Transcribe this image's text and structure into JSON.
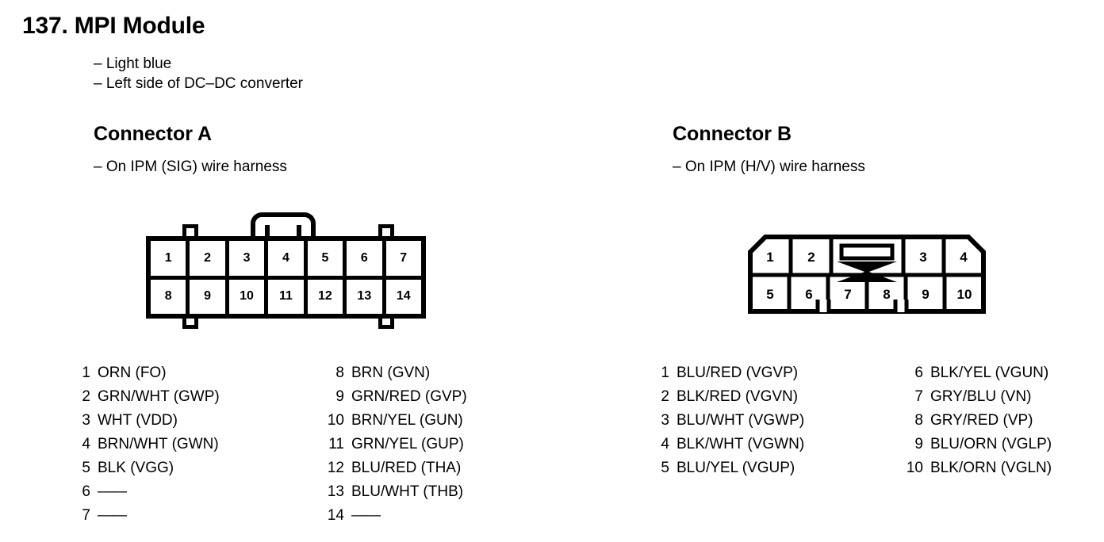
{
  "page": {
    "title": "137. MPI Module",
    "notes": [
      "– Light blue",
      "– Left side of DC–DC converter"
    ]
  },
  "connector_a": {
    "heading": "Connector A",
    "subtitle": "– On IPM (SIG) wire harness",
    "diagram": {
      "rows": [
        [
          "1",
          "2",
          "3",
          "4",
          "5",
          "6",
          "7"
        ],
        [
          "8",
          "9",
          "10",
          "11",
          "12",
          "13",
          "14"
        ]
      ]
    },
    "pins_left": [
      {
        "num": "1",
        "label": "ORN (FO)"
      },
      {
        "num": "2",
        "label": "GRN/WHT (GWP)"
      },
      {
        "num": "3",
        "label": "WHT (VDD)"
      },
      {
        "num": "4",
        "label": "BRN/WHT (GWN)"
      },
      {
        "num": "5",
        "label": "BLK (VGG)"
      },
      {
        "num": "6",
        "label": "——"
      },
      {
        "num": "7",
        "label": "——"
      }
    ],
    "pins_right": [
      {
        "num": "8",
        "label": "BRN (GVN)"
      },
      {
        "num": "9",
        "label": "GRN/RED (GVP)"
      },
      {
        "num": "10",
        "label": "BRN/YEL (GUN)"
      },
      {
        "num": "11",
        "label": "GRN/YEL (GUP)"
      },
      {
        "num": "12",
        "label": "BLU/RED (THA)"
      },
      {
        "num": "13",
        "label": "BLU/WHT (THB)"
      },
      {
        "num": "14",
        "label": "——"
      }
    ]
  },
  "connector_b": {
    "heading": "Connector B",
    "subtitle": "– On IPM (H/V) wire harness",
    "diagram": {
      "top_row": [
        "1",
        "2",
        "3",
        "4"
      ],
      "bottom_row": [
        "5",
        "6",
        "7",
        "8",
        "9",
        "10"
      ]
    },
    "pins_left": [
      {
        "num": "1",
        "label": "BLU/RED (VGVP)"
      },
      {
        "num": "2",
        "label": "BLK/RED (VGVN)"
      },
      {
        "num": "3",
        "label": "BLU/WHT (VGWP)"
      },
      {
        "num": "4",
        "label": "BLK/WHT (VGWN)"
      },
      {
        "num": "5",
        "label": "BLU/YEL (VGUP)"
      }
    ],
    "pins_right": [
      {
        "num": "6",
        "label": "BLK/YEL (VGUN)"
      },
      {
        "num": "7",
        "label": "GRY/BLU (VN)"
      },
      {
        "num": "8",
        "label": "GRY/RED (VP)"
      },
      {
        "num": "9",
        "label": "BLU/ORN (VGLP)"
      },
      {
        "num": "10",
        "label": "BLK/ORN (VGLN)"
      }
    ]
  },
  "colors": {
    "ink": "#000000",
    "paper": "#ffffff"
  }
}
